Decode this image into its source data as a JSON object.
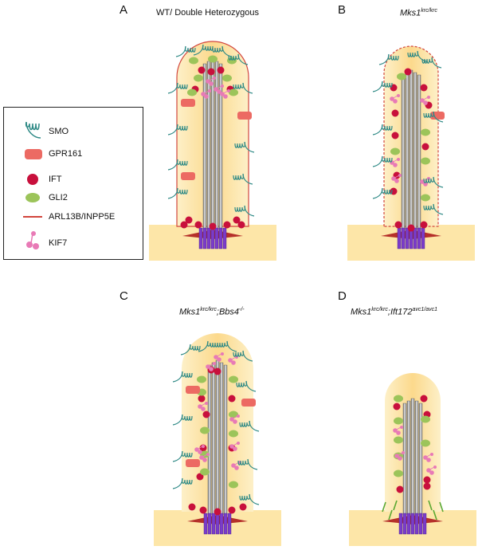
{
  "panels": [
    {
      "letter": "A",
      "title": "WT/ Double Heterozygous",
      "title_italic": false
    },
    {
      "letter": "B",
      "title_main": "Mks1",
      "title_sup": "krc/krc",
      "title_italic": true
    },
    {
      "letter": "C",
      "title_main": "Mks1",
      "title_sup": "krc/krc",
      "title_main2": ";Bbs4",
      "title_sup2": "-/-",
      "title_italic": true
    },
    {
      "letter": "D",
      "title_main": "Mks1",
      "title_sup": "krc/krc",
      "title_main2": ";Ift172",
      "title_sup2": "avc1/avc1",
      "title_italic": true
    }
  ],
  "legend": [
    {
      "label": "SMO",
      "icon": "smo-icon"
    },
    {
      "label": "GPR161",
      "icon": "gpr161-icon"
    },
    {
      "label": "IFT",
      "icon": "ift-icon"
    },
    {
      "label": "GLI2",
      "icon": "gli2-icon"
    },
    {
      "label": "ARL13B/INPP5E",
      "icon": "arl13b-line-icon"
    },
    {
      "label": "KIF7",
      "icon": "kif7-icon"
    }
  ],
  "colors": {
    "cilium_fill": "#fde6a8",
    "membrane": "#d2453c",
    "smo": "#2f8a86",
    "gpr161": "#ec6a63",
    "ift": "#c8103c",
    "gli2": "#9cc45a",
    "kif7": "#e87ab6",
    "axoneme": "#9a9a9a",
    "basal_body": "#7b3cc9",
    "transition": "#b5302a"
  }
}
